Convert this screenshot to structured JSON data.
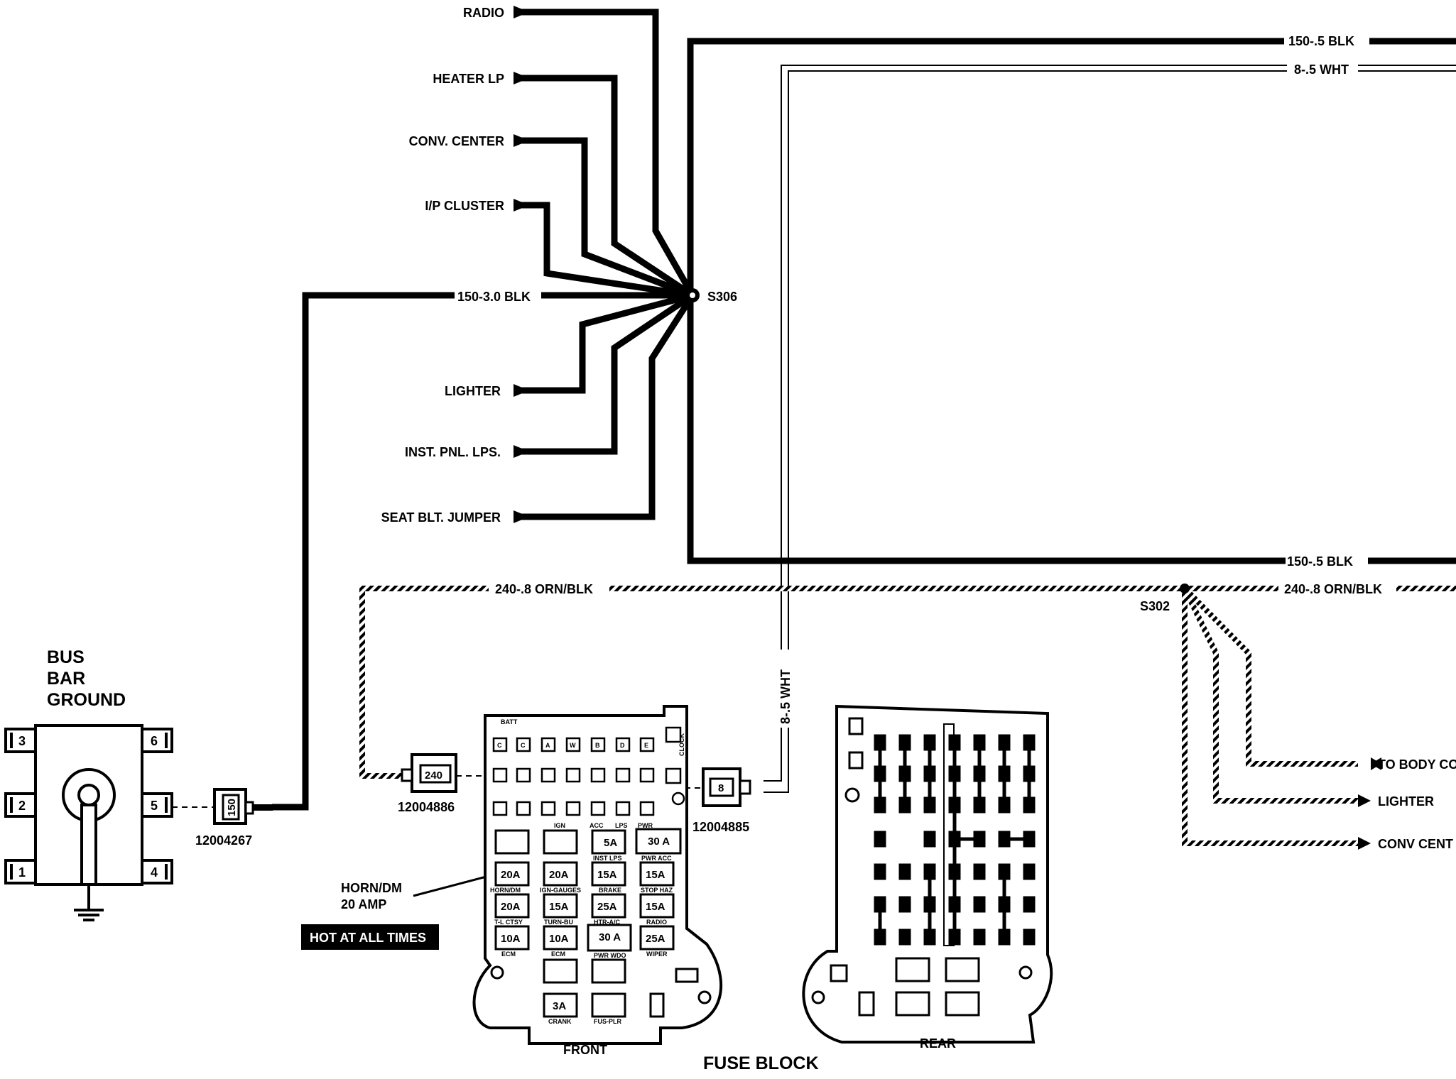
{
  "diagram": {
    "connector_labels": {
      "radio": "RADIO",
      "heater_lp": "HEATER LP",
      "conv_center": "CONV. CENTER",
      "ip_cluster": "I/P CLUSTER",
      "lighter": "LIGHTER",
      "inst_pnl_lps": "INST. PNL. LPS.",
      "seat_blt_jumper": "SEAT BLT. JUMPER"
    },
    "wires": {
      "main_blk": "150-3.0 BLK",
      "top_blk": "150-.5 BLK",
      "top_wht": "8-.5 WHT",
      "vert_wht": "8-.5 WHT",
      "bottom_blk": "150-.5 BLK",
      "orn_left": "240-.8 ORN/BLK",
      "orn_right": "240-.8 ORN/BLK"
    },
    "splices": {
      "s306": "S306",
      "s302": "S302"
    },
    "right_outputs": {
      "to_body": "TO BODY CO",
      "lighter": "LIGHTER",
      "conv_center": "CONV CENT"
    },
    "bus_bar": {
      "line1": "BUS",
      "line2": "BAR",
      "line3": "GROUND",
      "terminals": [
        "3",
        "6",
        "2",
        "5",
        "1",
        "4"
      ]
    },
    "connectors": {
      "c150": {
        "pin": "150",
        "part": "12004267"
      },
      "c240": {
        "pin": "240",
        "part": "12004886"
      },
      "c8": {
        "pin": "8",
        "part": "12004885"
      }
    },
    "callout": {
      "line1": "HORN/DM",
      "line2": "20 AMP",
      "badge": "HOT AT ALL TIMES"
    },
    "fuse_block": {
      "title": "FUSE BLOCK",
      "front_label": "FRONT",
      "rear_label": "REAR",
      "batt": "BATT",
      "clock": "CLOCK",
      "row_letters": [
        "C",
        "C",
        "A",
        "W",
        "B",
        "D",
        "E"
      ],
      "top_letters": [
        "IGN",
        "ACC",
        "LPS",
        "PWR"
      ],
      "fuses": {
        "f_5a": "5A",
        "f_30a": "30 A",
        "f_20a_1": "20A",
        "f_20a_2": "20A",
        "f_15a_1": "15A",
        "f_15a_2": "15A",
        "f_20a_3": "20A",
        "f_15a_3": "15A",
        "f_25a_1": "25A",
        "f_15a_4": "15A",
        "f_10a_1": "10A",
        "f_10a_2": "10A",
        "f_30a_2": "30 A",
        "f_25a_2": "25A",
        "f_3a": "3A"
      },
      "fuse_labels": {
        "inst_lps": "INST LPS",
        "pwr_acc": "PWR ACC",
        "horn_dm": "HORN/DM",
        "ign_gauges": "IGN-GAUGES",
        "brake": "BRAKE",
        "stop_haz": "STOP HAZ",
        "tl_ctsy": "T-L CTSY",
        "turn_bu": "TURN-BU",
        "htr_ac": "HTR-A/C",
        "radio": "RADIO",
        "ecm1": "ECM",
        "ecm2": "ECM",
        "pwr_wdo": "PWR WDO",
        "wiper": "WIPER",
        "crank": "CRANK",
        "fus_plr": "FUS-PLR"
      }
    }
  }
}
